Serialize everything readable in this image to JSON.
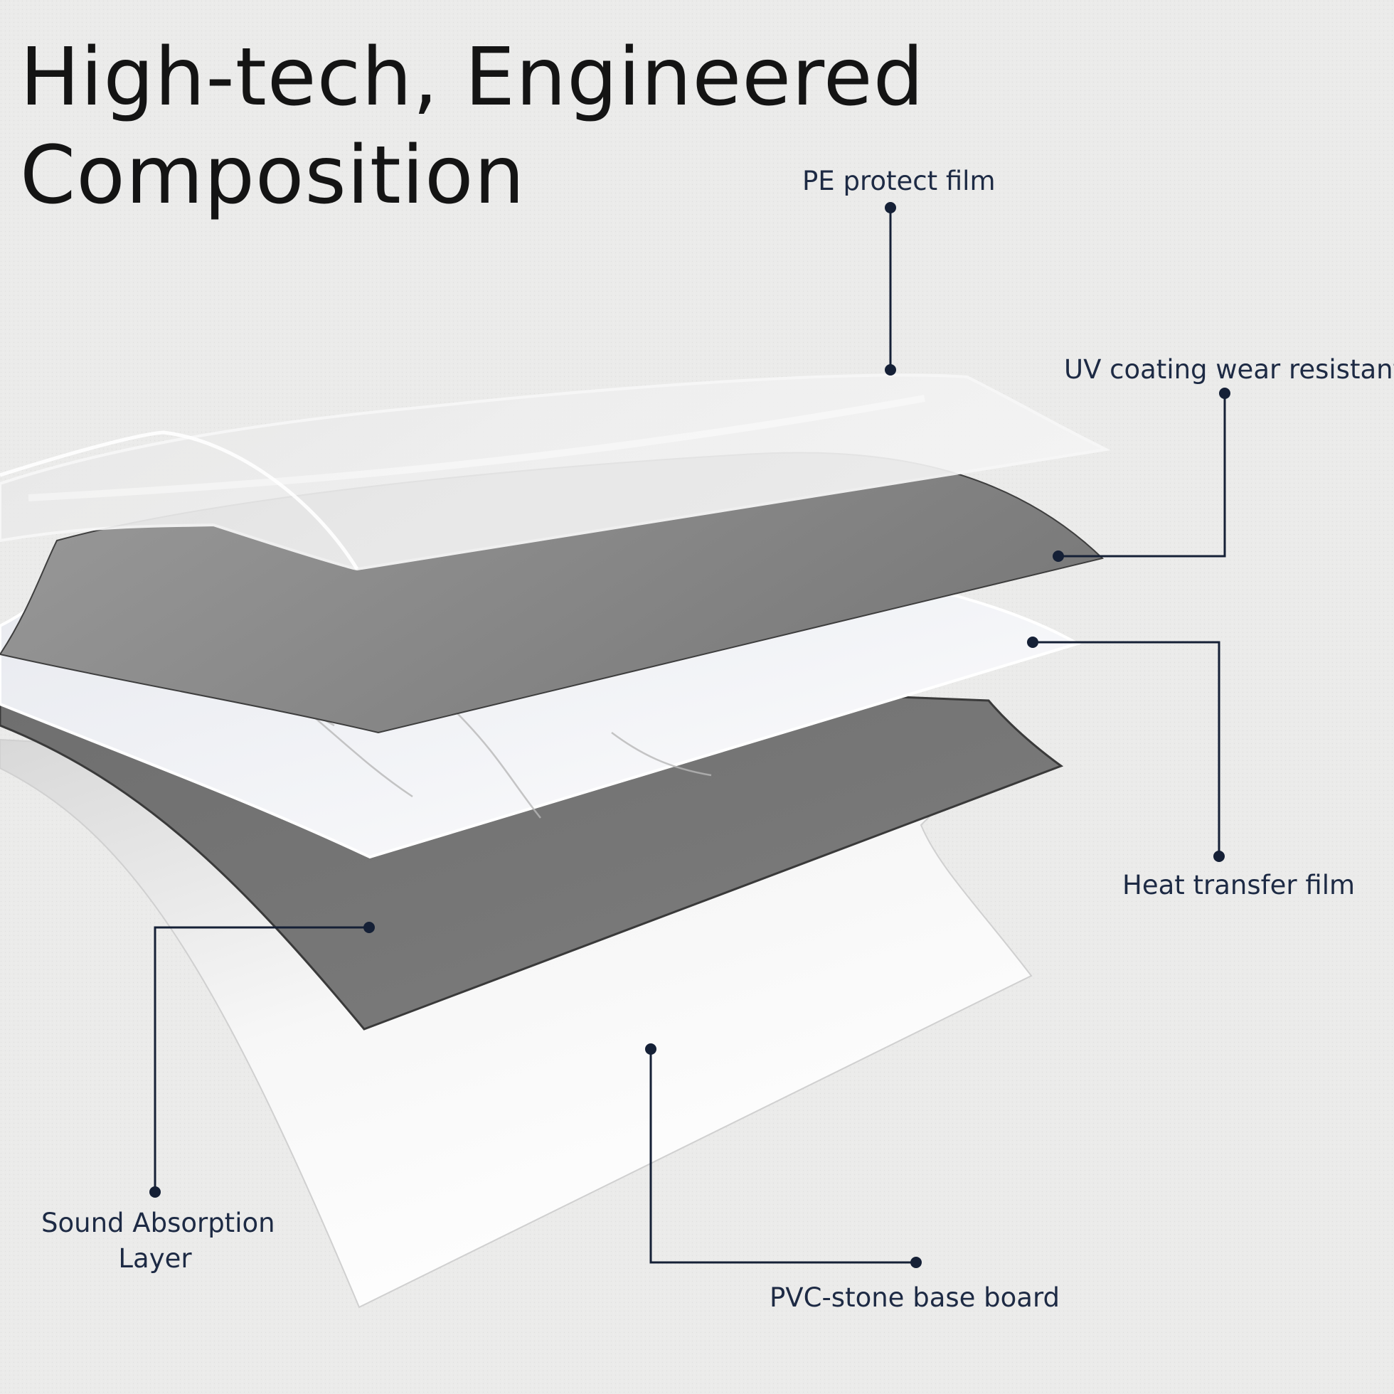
{
  "title": {
    "line1": "High-tech, Engineered",
    "line2": "Composition"
  },
  "layers": {
    "pe_film": "PE protect film",
    "uv_coating": "UV coating wear resistant",
    "heat_transfer": "Heat transfer film",
    "sound_absorption_line1": "Sound Absorption",
    "sound_absorption_line2": "Layer",
    "pvc_base": "PVC-stone base board"
  },
  "colors": {
    "leader": "#152036",
    "title_text": "#141414",
    "label_text": "#1d2a44"
  }
}
